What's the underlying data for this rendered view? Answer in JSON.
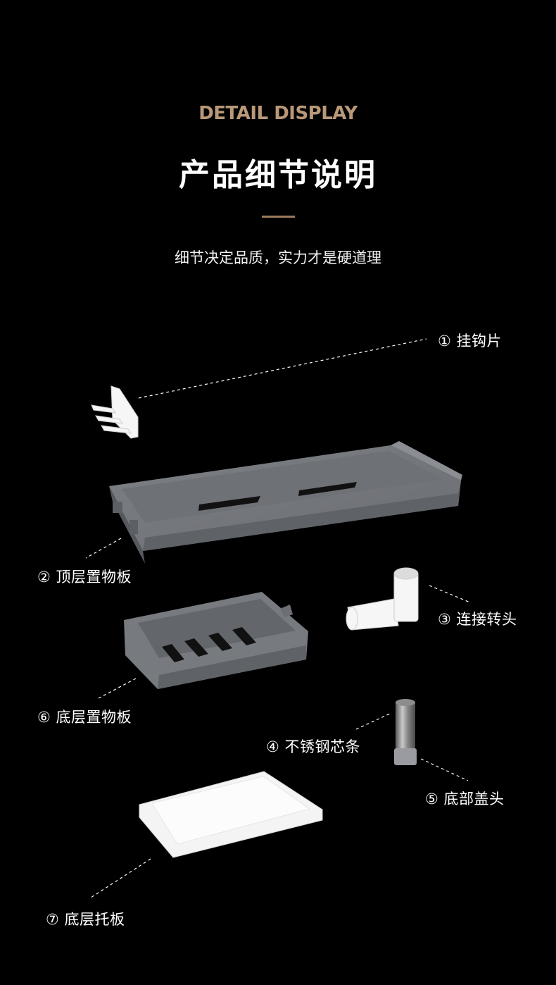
{
  "header": {
    "eyebrow": "DETAIL DISPLAY",
    "title": "产品细节说明",
    "subtitle": "细节决定品质，实力才是硬道理"
  },
  "parts": [
    {
      "id": "hook",
      "label": "① 挂钩片"
    },
    {
      "id": "top-shelf",
      "label": "② 顶层置物板"
    },
    {
      "id": "connector",
      "label": "③ 连接转头"
    },
    {
      "id": "steel-core",
      "label": "④ 不锈钢芯条"
    },
    {
      "id": "bottom-cap",
      "label": "⑤ 底部盖头"
    },
    {
      "id": "bottom-shelf",
      "label": "⑥ 底层置物板"
    },
    {
      "id": "bottom-tray",
      "label": "⑦ 底层托板"
    }
  ],
  "colors": {
    "background": "#000000",
    "eyebrow": "#b89878",
    "accent_line": "#9a7a5b",
    "shelf_gray": "#76797e",
    "white_part": "#f4f4f4"
  }
}
